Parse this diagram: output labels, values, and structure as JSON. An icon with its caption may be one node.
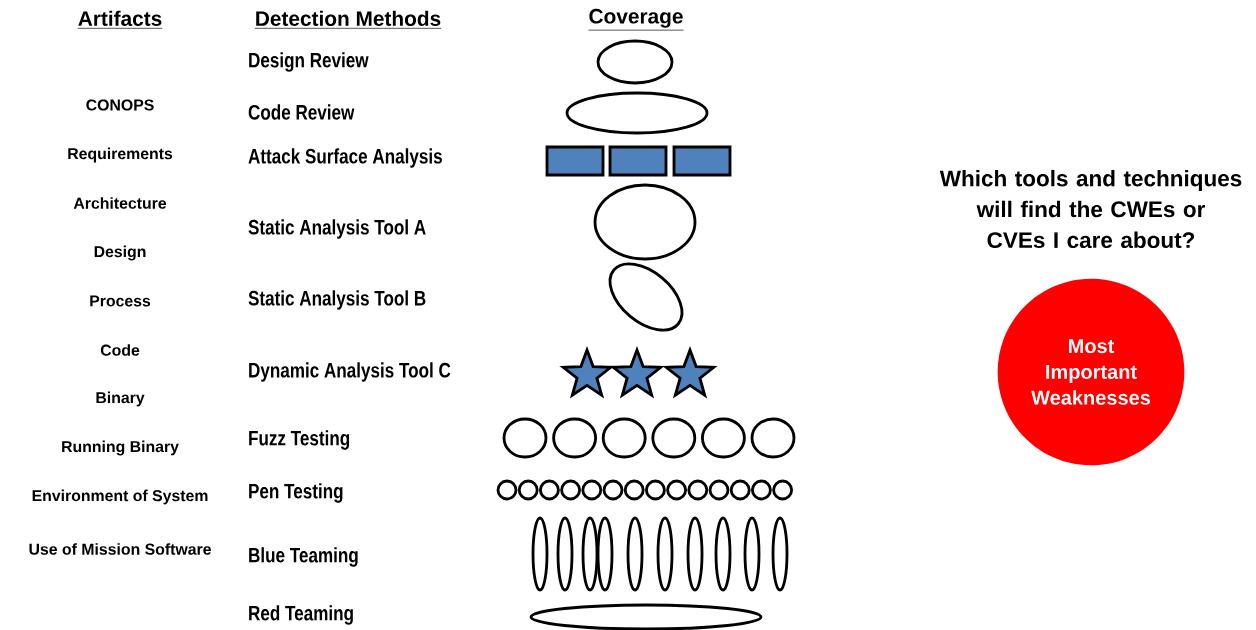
{
  "diagram": {
    "nodes": [
      {
        "text": [
          "Most Important Weaknesses"
        ]
      }
    ],
    "labels": [
      "Artifacts",
      "Detection Methods",
      "Coverage",
      "CONOPS",
      "Requirements",
      "Architecture",
      "Design",
      "Process",
      "Code",
      "Binary",
      "Running Binary",
      "Environment of System",
      "Use of Mission Software",
      "Design Review",
      "Code Review",
      "Attack Surface Analysis",
      "Static Analysis Tool A",
      "Static Analysis Tool B",
      "Dynamic Analysis Tool C",
      "Fuzz Testing",
      "Pen Testing",
      "Blue Teaming",
      "Red Teaming",
      "Which tools and techniques will find the CWEs or CVEs I care about?"
    ]
  }
}
